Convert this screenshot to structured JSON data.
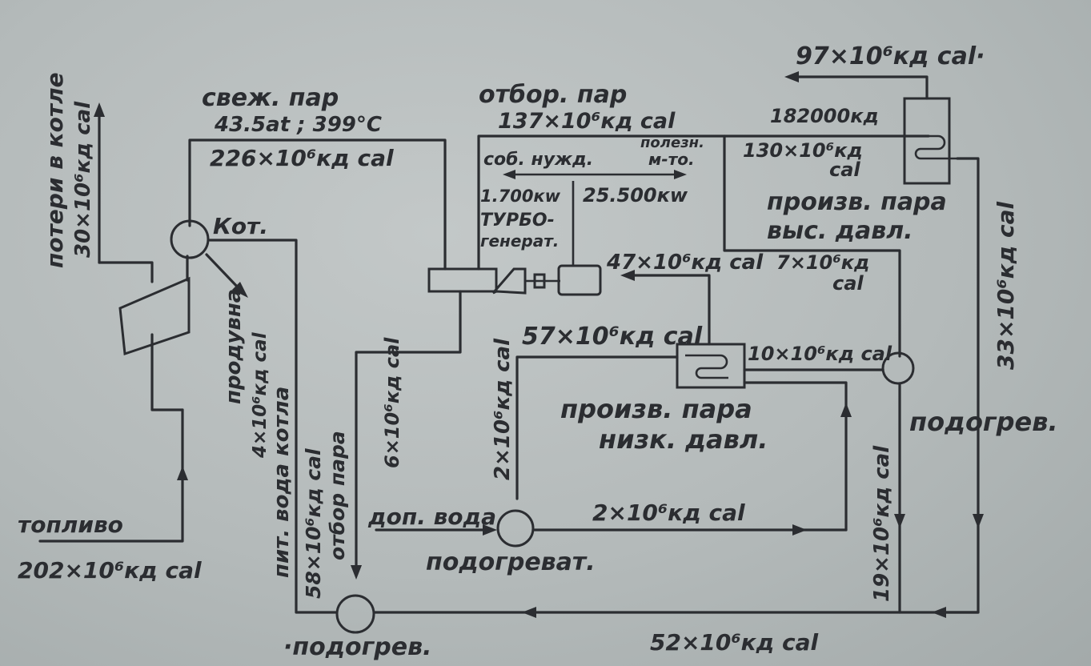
{
  "labels": {
    "losses_title": "потери в котле",
    "losses_value": "30×10⁶кд cal",
    "fuel_title": "топливо",
    "fuel_value": "202×10⁶кд cal",
    "fresh_steam_title": "свеж. пар",
    "fresh_steam_params": "43.5at ; 399°C",
    "fresh_steam_value": "226×10⁶кд cal",
    "boiler": "Кот.",
    "blowdown_title": "продувна",
    "blowdown_value": "4×10⁶кд cal",
    "feedwater_title": "пит. вода котла",
    "feedwater_value": "58×10⁶кд cal",
    "extraction_title": "отбор пара",
    "extraction_value": "6×10⁶кд cal",
    "extracted_steam_title": "отбор. пар",
    "extracted_steam_value": "137×10⁶кд cal",
    "own_needs": "соб. нужд.",
    "useful_power_1": "полезн.",
    "useful_power_2": "м-то.",
    "own_needs_kw": "1.700кw",
    "useful_kw": "25.500кw",
    "turbo_1": "ТУРБО-",
    "turbo_2": "генерат.",
    "hp_output": "97×10⁶кд cal·",
    "hp_mass": "182000кд",
    "hp_input_1": "130×10⁶кд",
    "hp_input_2": "cal",
    "hp_title_1": "произв. пара",
    "hp_title_2": "выс. давл.",
    "hp_return": "33×10⁶кд cal",
    "lp_output": "47×10⁶кд cal",
    "lp_steam_in_1": "7×10⁶кд",
    "lp_steam_in_2": "cal",
    "lp_input": "57×10⁶кд cal",
    "lp_heater_feed": "10×10⁶кд cal",
    "lp_title_1": "произв. пара",
    "lp_title_2": "низк. давл.",
    "heater_right": "подогрев.",
    "heater_drain": "19×10⁶кд cal",
    "preheater_steam": "2×10⁶кд cal",
    "makeup_water": "доп. вода",
    "preheater": "подогреват.",
    "preheater_out": "2×10⁶кд cal",
    "return_flow": "52×10⁶кд cal",
    "heater_bottom": "·подогрев."
  },
  "colors": {
    "ink": "#2b2d31",
    "paper": "#b8bebe"
  }
}
